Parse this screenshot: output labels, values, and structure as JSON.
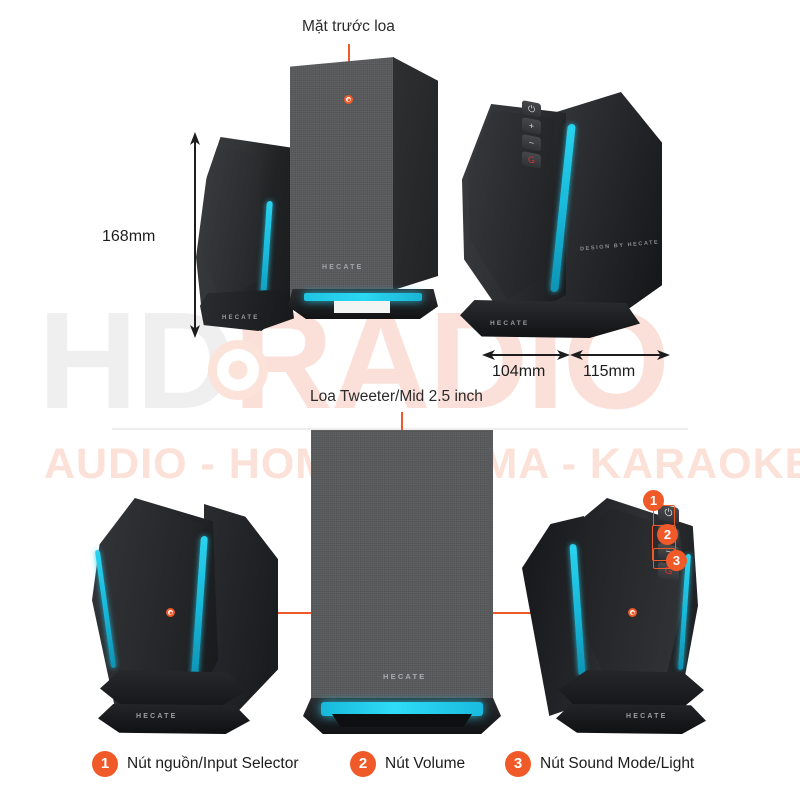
{
  "watermark": {
    "brand_primary": "HD",
    "brand_secondary": "RADIO",
    "tagline": "AUDIO - HOME CINEMA - KARAOKE",
    "color_primary": "#efefef",
    "color_secondary": "#fae0d8"
  },
  "accent_color": "#f05a28",
  "rgb_color": "#29d3ef",
  "callouts": {
    "front_face": "Mặt trước loa",
    "tweeter": "Loa Tweeter/Mid 2.5 inch"
  },
  "dimensions": {
    "height": "168mm",
    "width_sub": "104mm",
    "width_satellite": "115mm"
  },
  "product": {
    "brand_mark": "HECATE",
    "design_mark": "DESIGN BY HECATE",
    "buttons": {
      "power": "⏻",
      "volume_up": "+",
      "volume_down": "−",
      "sound_mode": "G"
    }
  },
  "badges": {
    "one": "1",
    "two": "2",
    "three": "3"
  },
  "legend": [
    {
      "number": "1",
      "label": "Nút nguồn/Input Selector"
    },
    {
      "number": "2",
      "label": "Nút Volume"
    },
    {
      "number": "3",
      "label": "Nút Sound Mode/Light"
    }
  ]
}
